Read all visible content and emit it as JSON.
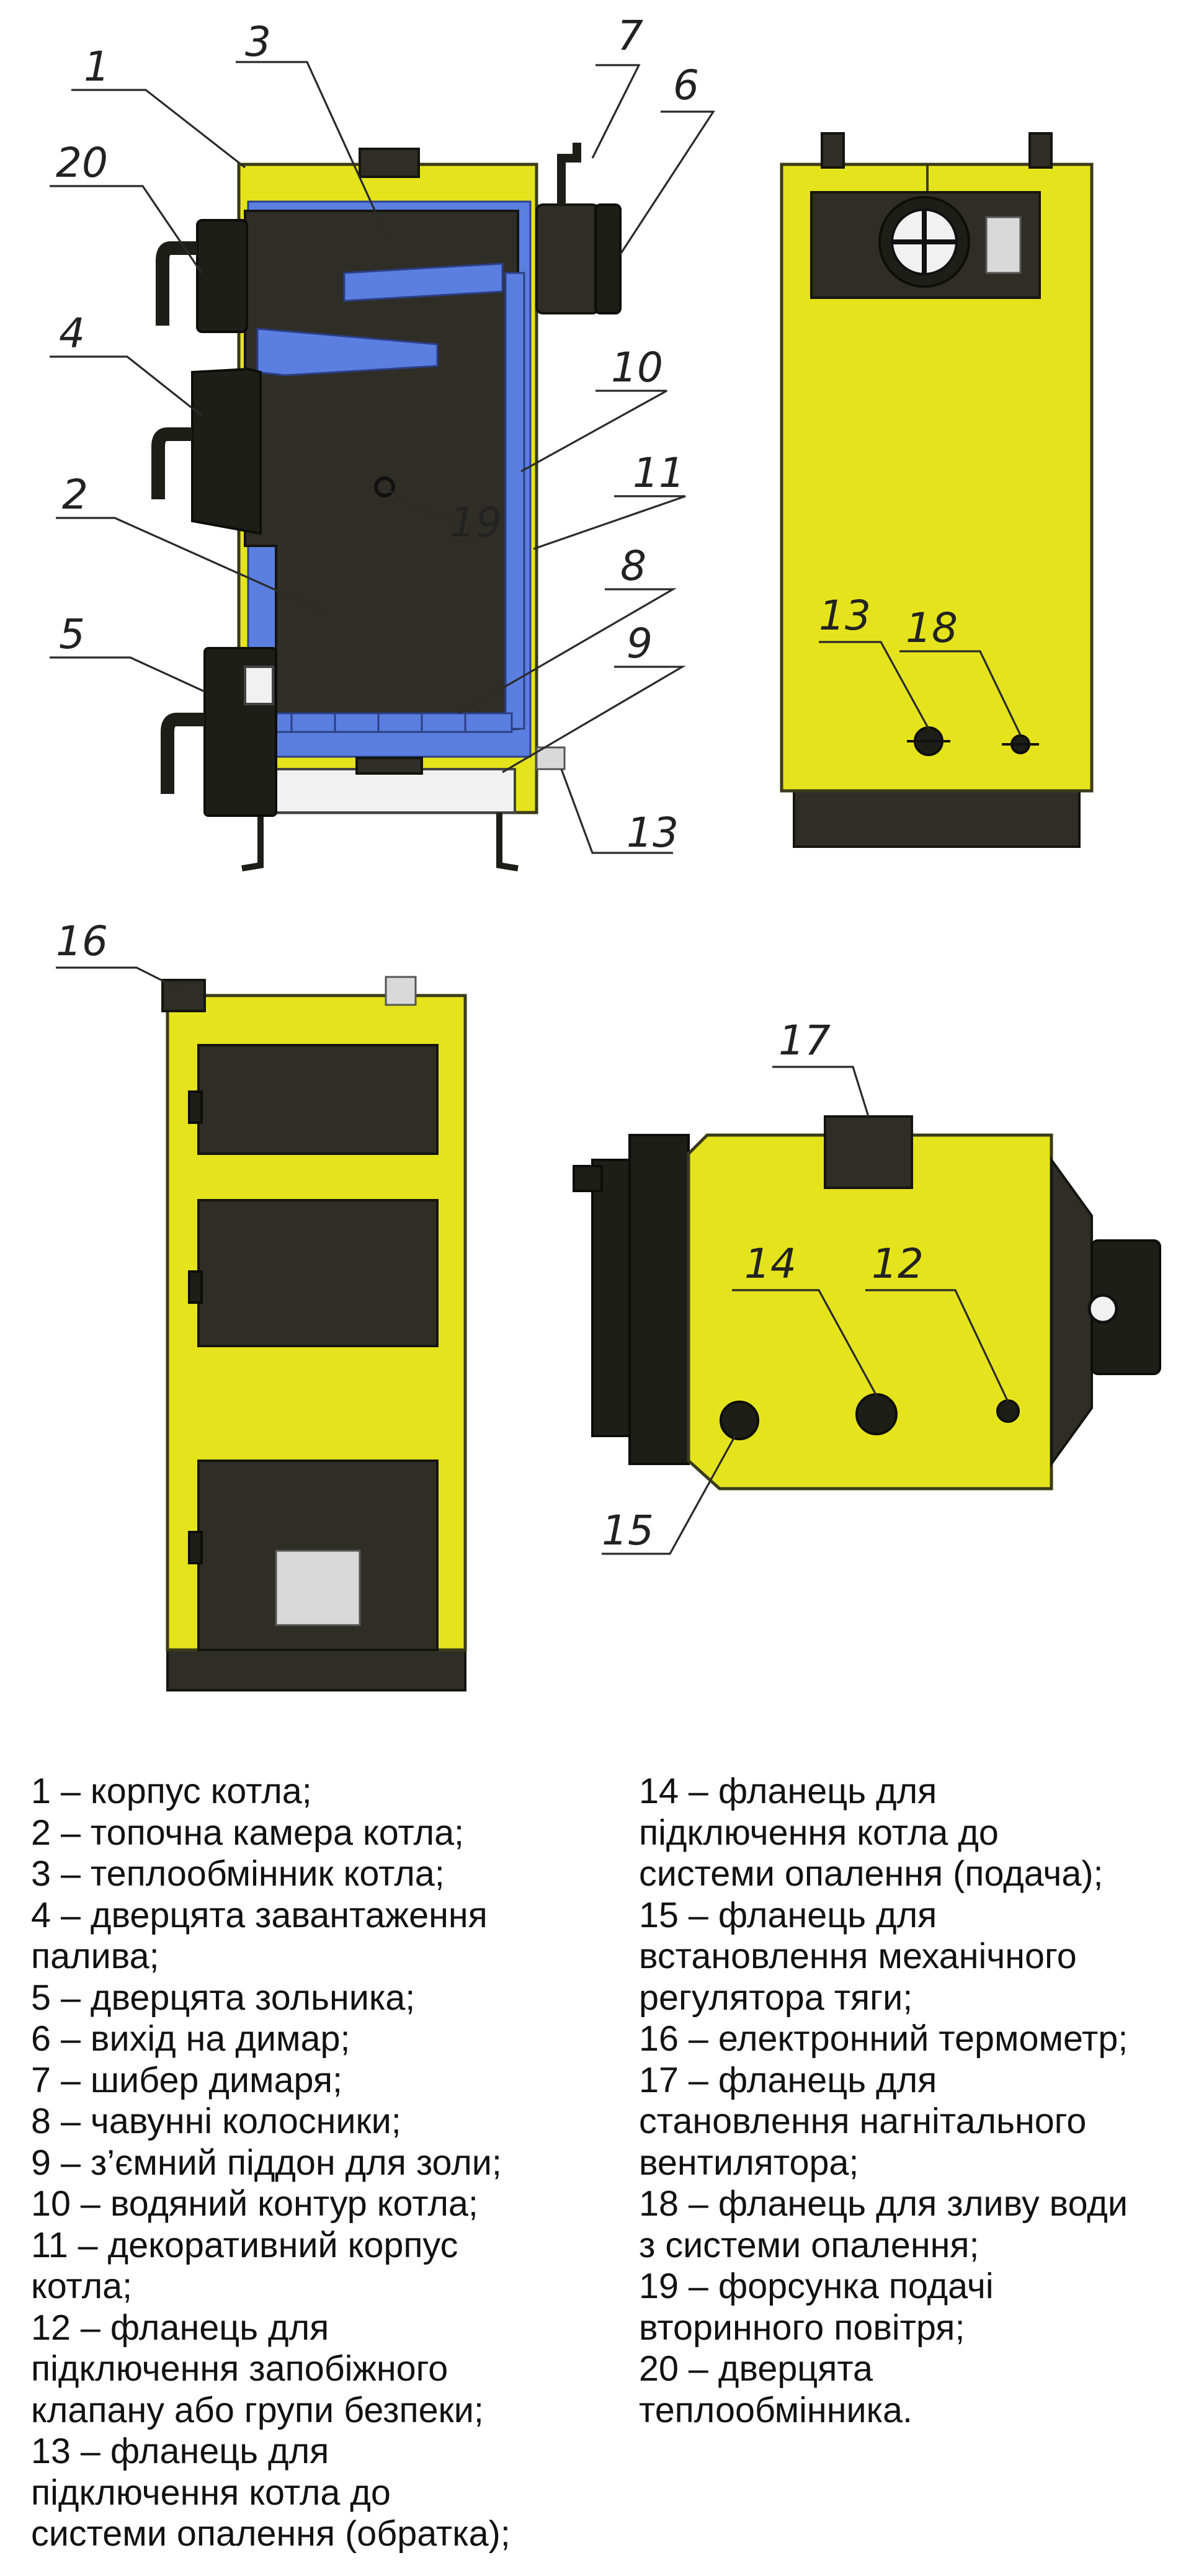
{
  "callouts": {
    "c1": "1",
    "c2": "2",
    "c3": "3",
    "c4": "4",
    "c5": "5",
    "c6": "6",
    "c7": "7",
    "c8": "8",
    "c9": "9",
    "c10": "10",
    "c11": "11",
    "c12": "12",
    "c13": "13",
    "c13b": "13",
    "c14": "14",
    "c15": "15",
    "c16": "16",
    "c17": "17",
    "c18": "18",
    "c19": "19",
    "c20": "20"
  },
  "legend": {
    "left": [
      "1 – корпус котла;",
      "2 – топочна камера котла;",
      "3 – теплообмінник котла;",
      "4 – дверцята завантаження\nпалива;",
      "5 – дверцята зольника;",
      "6 – вихід на димар;",
      "7 – шибер димаря;",
      "8 – чавунні колосники;",
      "9 – з’ємний піддон для золи;",
      "10 – водяний контур котла;",
      "11 – декоративний корпус\nкотла;",
      "12 – фланець для\nпідключення запобіжного\nклапану або групи безпеки;",
      "13 – фланець для\nпідключення котла до\nсистеми опалення (обратка);"
    ],
    "right": [
      "14 – фланець для\nпідключення котла до\nсистеми опалення (подача);",
      "15 – фланець для\nвстановлення механічного\nрегулятора тяги;",
      "16 – електронний термометр;",
      "17 – фланець для\nстановлення нагнітального\nвентилятора;",
      "18 – фланець для зливу води\nз системи опалення;",
      "19 – форсунка подачі\nвторинного повітря;",
      "20 – дверцята\nтеплообмінника."
    ]
  }
}
